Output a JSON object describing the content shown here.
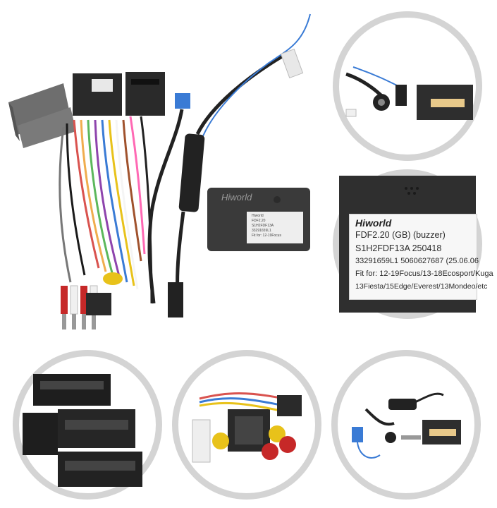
{
  "module_front": {
    "brand": "Hiworld",
    "label_lines": [
      "Hiworld",
      "FDF2.20",
      "S1H2FDF13A",
      "33291659L1",
      "Fit for: 12-19Focus"
    ]
  },
  "zoom_label": {
    "brand": "Hiworld",
    "line1": "FDF2.20  (GB)  (buzzer)",
    "line2": "S1H2FDF13A    250418",
    "line3": "33291659L1  5060627687    (25.06.06",
    "line4": "Fit for: 12-19Focus/13-18Ecosport/Kuga",
    "line5": "13Fiesta/15Edge/Everest/13Mondeo/etc"
  },
  "colors": {
    "circle_border": "#d4d4d4",
    "connector_black": "#2a2a2a",
    "connector_gray": "#6e6e6e",
    "wire_blue": "#3a7bd5",
    "rca_red": "#c62828",
    "rca_yellow": "#e8c21a"
  }
}
